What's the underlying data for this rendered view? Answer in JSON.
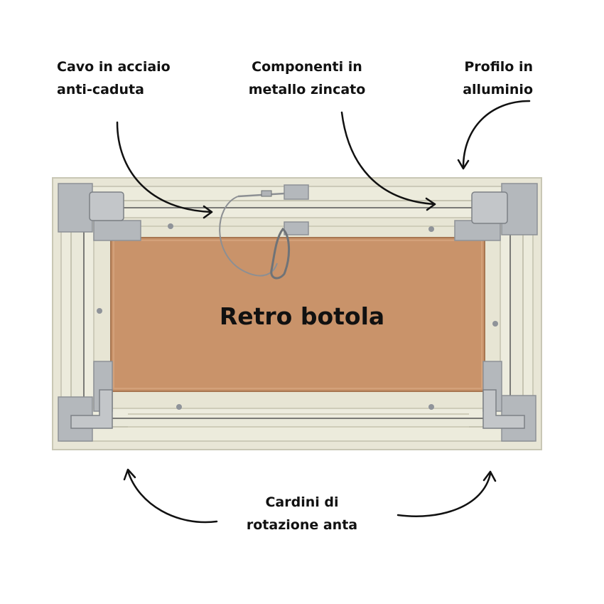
{
  "labels": {
    "cable": {
      "line1": "Cavo in acciaio",
      "line2": "anti-caduta"
    },
    "metal": {
      "line1": "Componenti in",
      "line2": "metallo zincato"
    },
    "profile": {
      "line1": "Profilo in",
      "line2": "alluminio"
    },
    "hinges": {
      "line1": "Cardini di",
      "line2": "rotazione anta"
    }
  },
  "center_title": "Retro botola",
  "colors": {
    "background": "#ffffff",
    "frame": "#e8e6d6",
    "frame_edge": "#c9c7b5",
    "board": "#c9936a",
    "metal": "#b4b8bc",
    "text": "#111111",
    "arrow": "#111111"
  }
}
